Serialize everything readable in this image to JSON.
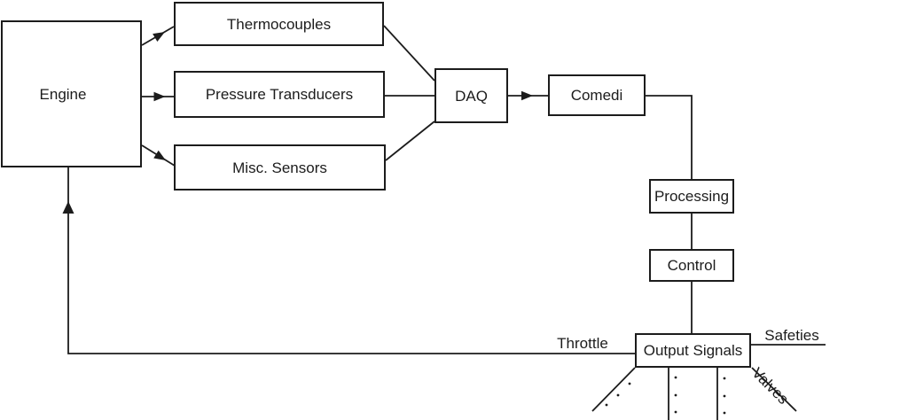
{
  "colors": {
    "background": "#ffffff",
    "line": "#1c1c1c",
    "text": "#1c1c1c"
  },
  "nodes": {
    "engine": {
      "label": "Engine"
    },
    "thermocouples": {
      "label": "Thermocouples"
    },
    "pressure_transducers": {
      "label": "Pressure Transducers"
    },
    "misc_sensors": {
      "label": "Misc. Sensors"
    },
    "daq": {
      "label": "DAQ"
    },
    "comedi": {
      "label": "Comedi"
    },
    "processing": {
      "label": "Processing"
    },
    "control": {
      "label": "Control"
    },
    "output_signals": {
      "label": "Output Signals"
    }
  },
  "edge_labels": {
    "throttle": "Throttle",
    "safeties": "Safeties",
    "valves": "Valves"
  }
}
